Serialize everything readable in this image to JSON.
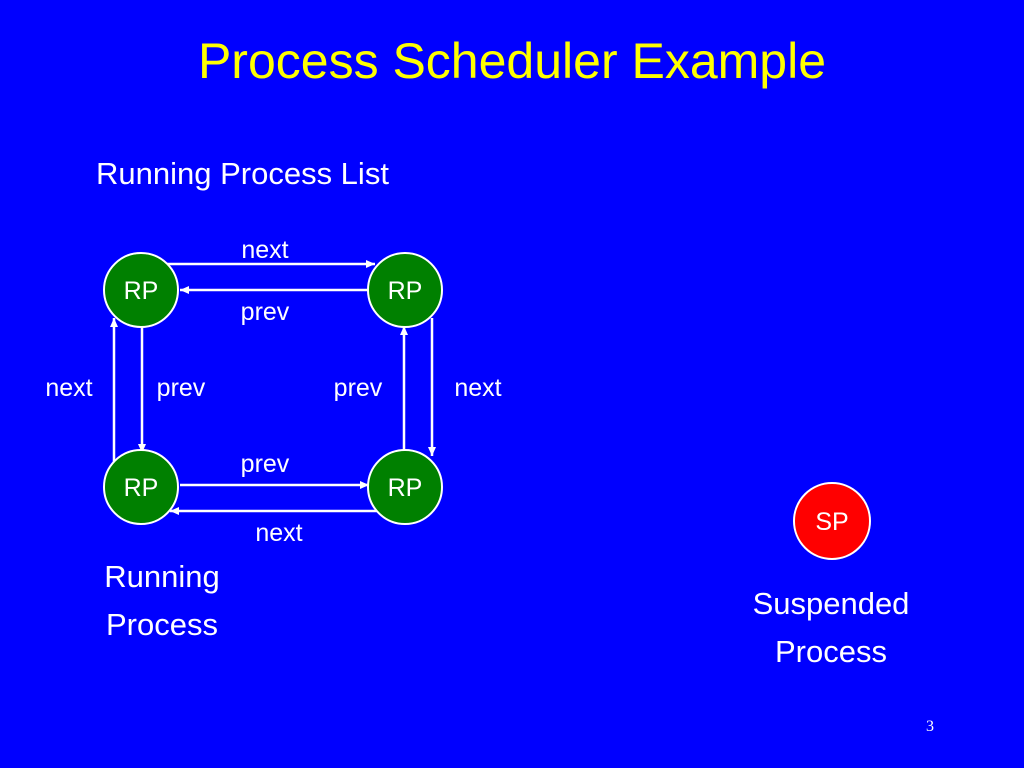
{
  "slide": {
    "title": "Process Scheduler Example",
    "subtitle": "Running Process List",
    "page_number": "3"
  },
  "nodes": {
    "rp_top_left": "RP",
    "rp_top_right": "RP",
    "rp_bottom_left": "RP",
    "rp_bottom_right": "RP",
    "sp": "SP"
  },
  "edges": {
    "top_next": "next",
    "top_prev": "prev",
    "left_next": "next",
    "left_prev": "prev",
    "right_prev": "prev",
    "right_next": "next",
    "bottom_prev": "prev",
    "bottom_next": "next"
  },
  "captions": {
    "running": [
      "Running",
      "Process"
    ],
    "suspended": [
      "Suspended",
      "Process"
    ]
  },
  "colors": {
    "background": "#0000ff",
    "title": "#ffff00",
    "running_node": "#008000",
    "suspended_node": "#ff0000",
    "node_border": "#ffffff",
    "arrow": "#ffffff"
  }
}
